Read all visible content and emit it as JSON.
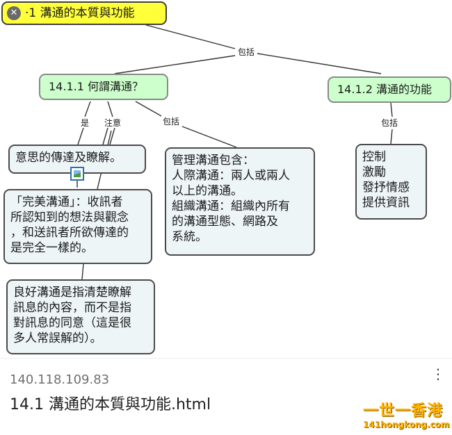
{
  "concept_map": {
    "root": {
      "title": "·1  溝通的本質與功能",
      "icon": "close-circle-icon"
    },
    "link_labels": {
      "root_includes": "包括",
      "is": "是",
      "note": "注意",
      "includes_1": "包括",
      "includes_2": "包括"
    },
    "node_1411": "14.1.1  何謂溝通？",
    "node_1412": "14.1.2  溝通的功能",
    "meaning": "意思的傳達及瞭解。",
    "perfect": "「完美溝通」：收訊者\n所認知到的想法與觀念\n，和送訊者所欲傳達的\n是完全一樣的。",
    "good": "良好溝通是指清楚瞭解\n訊息的內容，而不是指\n對訊息的同意（這是很\n多人常誤解的）。",
    "management": "管理溝通包含：\n人際溝通：兩人或兩人\n    以上的溝通。\n組織溝通：組織內所有\n  的溝通型態、網路及\n  系統。",
    "functions": "控制\n激勵\n發抒情感\n提供資訊"
  },
  "footer": {
    "url": "140.118.109.83",
    "title": "14.1 溝通的本質與功能.html",
    "menu_icon": "vertical-dots-icon",
    "watermark_line1": "一世一香港",
    "watermark_line2": "141hongkong.com"
  }
}
